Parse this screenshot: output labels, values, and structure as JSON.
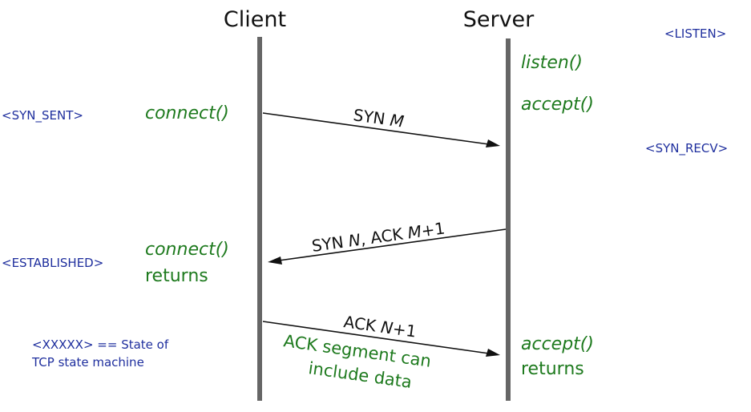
{
  "roles": {
    "client": "Client",
    "server": "Server"
  },
  "states": {
    "listen": "<LISTEN>",
    "syn_sent": "<SYN_SENT>",
    "syn_recv": "<SYN_RECV>",
    "established": "<ESTABLISHED>"
  },
  "legend": {
    "line1": "<XXXXX> == State of",
    "line2": "TCP state machine"
  },
  "client_calls": {
    "connect": "connect()",
    "connect_returns_1": "connect()",
    "connect_returns_2": "returns"
  },
  "server_calls": {
    "listen": "listen()",
    "accept": "accept()",
    "accept_returns_1": "accept()",
    "accept_returns_2": "returns"
  },
  "messages": {
    "syn": {
      "prefix": "SYN ",
      "var": "M"
    },
    "synack": {
      "p1": "SYN ",
      "v1": "N",
      "p2": ", ACK ",
      "v2": "M",
      "p3": "+1"
    },
    "ack": {
      "p1": "ACK ",
      "v1": "N",
      "p2": "+1"
    },
    "ack_note": {
      "line1": "ACK segment can",
      "line2": "include data"
    }
  }
}
